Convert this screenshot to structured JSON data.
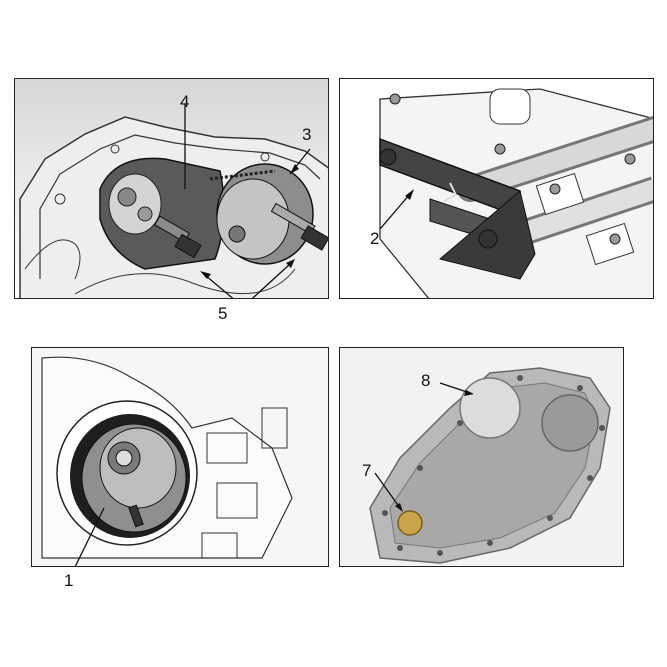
{
  "callouts": {
    "one": "1",
    "two": "2",
    "three": "3",
    "four": "4",
    "five": "5",
    "seven": "7",
    "eight": "8"
  },
  "colors": {
    "line": "#1a1a1a",
    "tool_dark": "#555555",
    "tool_mid": "#8a8a8a",
    "tool_light": "#cfcfcf",
    "photo_bg": "#f2f2f2",
    "brass": "#c9a448",
    "casting": "#b9b9b9"
  }
}
